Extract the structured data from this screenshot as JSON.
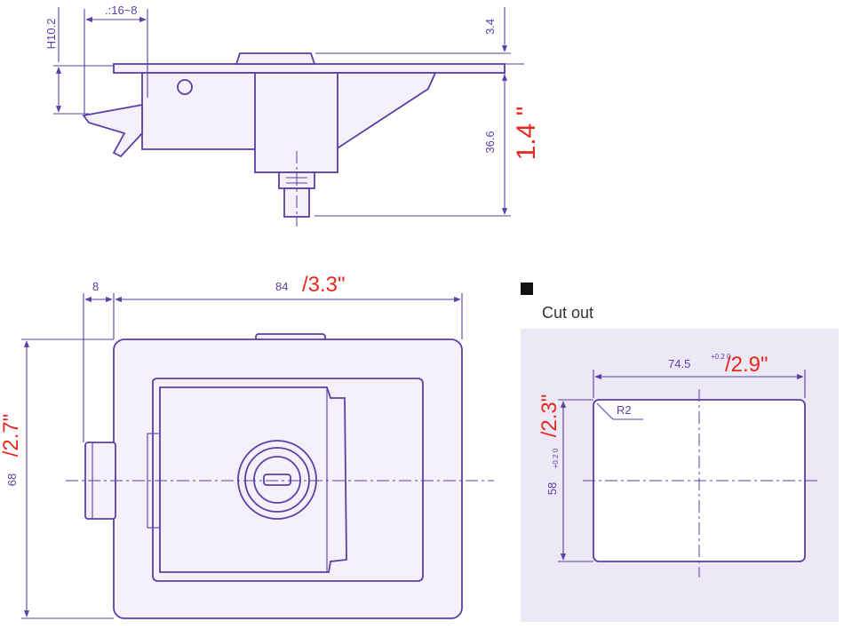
{
  "side_view": {
    "dim_h": "H10.2",
    "dim_range": ".:16~8",
    "dim_top": "3.4",
    "dim_depth": "36.6",
    "dim_depth_in": "1.4 \""
  },
  "front_view": {
    "dim_flange": "8",
    "dim_width": "84",
    "dim_width_in": "/3.3\"",
    "dim_height": "68",
    "dim_height_in": "/2.7\""
  },
  "cutout": {
    "title": "Cut out",
    "dim_width": "74.5",
    "dim_width_tol": "+0.2 0",
    "dim_width_in": "/2.9\"",
    "dim_height": "58",
    "dim_height_tol": "+0.2 0",
    "dim_height_in": "/2.3\"",
    "radius": "R2"
  },
  "colors": {
    "line": "#5a3fa6",
    "accent": "#e8281e",
    "fill": "#f4f1fa",
    "cutout_bg": "#ece8f6"
  }
}
